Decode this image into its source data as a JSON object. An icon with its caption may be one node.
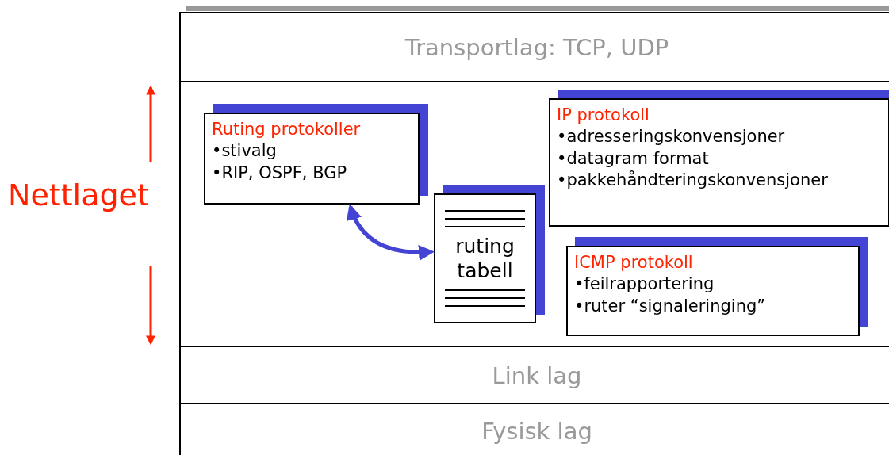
{
  "diagram": {
    "nodes": [
      {
        "text": [
          "Transportlag: TCP, UDP"
        ]
      },
      {
        "text": [],
        "shape": "box",
        "beside": [
          "Nettlaget"
        ]
      },
      {
        "text": [
          "Ruting protokoller",
          "•stivalg",
          "•RIP, OSPF, BGP"
        ],
        "in": 1
      },
      {
        "text": [
          "ruting tabell"
        ],
        "in": 1
      },
      {
        "text": [
          "IP protokoll",
          "•adresseringskonvensjoner",
          "•datagram format",
          "•pakkehåndteringskonvensjoner"
        ],
        "in": 1
      },
      {
        "text": [
          "ICMP protokoll",
          "•feilrapportering",
          "•ruter “signaleringing”"
        ],
        "in": 1
      },
      {
        "text": [
          "Link lag"
        ]
      },
      {
        "text": [
          "Fysisk lag"
        ]
      }
    ],
    "edges": [
      {
        "from": 2,
        "to": 3,
        "arrow": "both"
      }
    ]
  }
}
